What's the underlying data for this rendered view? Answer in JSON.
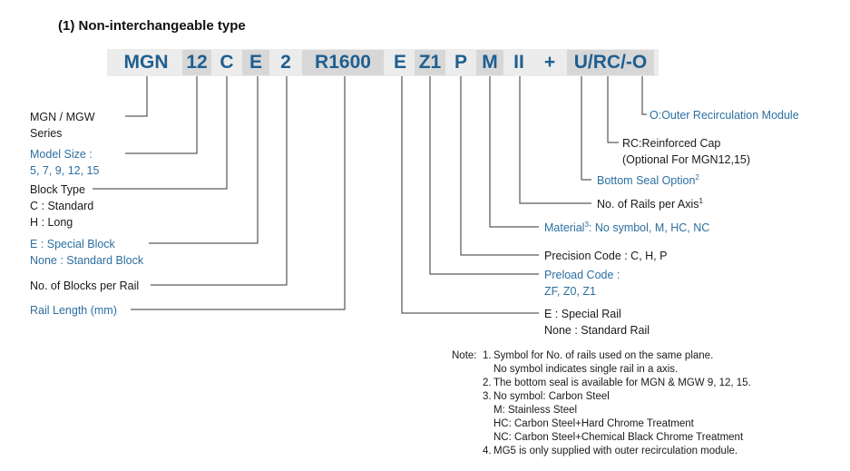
{
  "title": "(1) Non-interchangeable type",
  "codes": [
    "MGN",
    "12",
    "C",
    "E",
    "2",
    "R1600",
    "E",
    "Z1",
    "P",
    "M",
    "II",
    "+",
    "U/RC/-O"
  ],
  "labels": {
    "series": [
      "MGN / MGW",
      "Series"
    ],
    "model_size": [
      "Model Size :",
      "5, 7, 9, 12, 15"
    ],
    "block_type": [
      "Block Type",
      "C : Standard",
      "H : Long"
    ],
    "special_block": [
      "E : Special Block",
      "None : Standard Block"
    ],
    "blocks_per_rail": "No. of Blocks per Rail",
    "rail_length": "Rail Length (mm)",
    "outer_recirc": "O:Outer Recirculation Module",
    "reinforced_cap": [
      "RC:Reinforced Cap",
      "(Optional For MGN12,15)"
    ],
    "bottom_seal": "Bottom Seal Option",
    "bottom_seal_sup": "2",
    "rails_per_axis": "No. of Rails per Axis",
    "rails_per_axis_sup": "1",
    "material_prefix": "Material",
    "material_sup": "3",
    "material_rest": ": No symbol, M, HC, NC",
    "precision": "Precision Code : C, H, P",
    "preload": [
      "Preload Code :",
      "ZF, Z0, Z1"
    ],
    "special_rail": [
      "E : Special Rail",
      "None : Standard Rail"
    ]
  },
  "notes": {
    "prefix": "Note:",
    "items": [
      {
        "num": "1.",
        "lines": [
          "Symbol for No. of rails used on the same plane.",
          "No symbol indicates single rail in a axis."
        ]
      },
      {
        "num": "2.",
        "lines": [
          "The bottom seal is available for MGN & MGW 9, 12, 15."
        ]
      },
      {
        "num": "3.",
        "lines": [
          "No symbol: Carbon Steel",
          "M: Stainless Steel",
          "HC: Carbon Steel+Hard Chrome Treatment",
          "NC: Carbon Steel+Chemical Black Chrome Treatment"
        ]
      },
      {
        "num": "4.",
        "lines": [
          "MG5 is only supplied with outer recirculation module."
        ]
      }
    ]
  },
  "colors": {
    "accent_blue": "#2c6fa0",
    "code_blue": "#1f5f8f",
    "code_bg": "#ececec",
    "code_shade": "#d7d7d7",
    "line": "#333333"
  }
}
